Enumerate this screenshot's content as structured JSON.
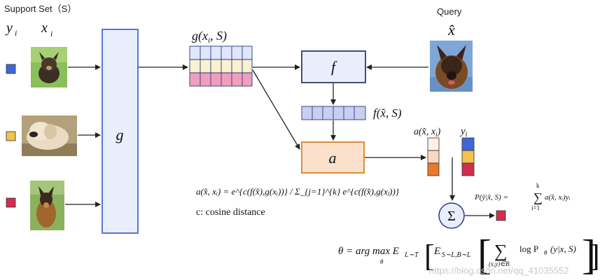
{
  "support_set": {
    "title": "Support Set（S）",
    "label_y": "y",
    "label_y_sub": "i",
    "label_x": "x",
    "label_x_sub": "i",
    "class_colors": [
      "#3f66d6",
      "#f2c14e",
      "#cf2f4f"
    ],
    "images": [
      "small-dog-photo",
      "labrador-photo",
      "german-shepherd-photo"
    ]
  },
  "encoder_g": {
    "label": "g"
  },
  "embedding_g": {
    "label": "g(x",
    "label_sub": "i",
    "label_rest": ", S)"
  },
  "query": {
    "title": "Query",
    "label": "x̂",
    "image": "german-shepherd-query-photo"
  },
  "encoder_f": {
    "label": "f"
  },
  "embedding_f": {
    "label": "f(x̂, S)"
  },
  "attention": {
    "label": "a"
  },
  "attention_vector": {
    "label": "a(x̂, x",
    "label_sub": "i",
    "label_rest": ")"
  },
  "labels_vector": {
    "label": "y",
    "label_sub": "i"
  },
  "sum_node": {
    "label": "Σ"
  },
  "formulas": {
    "attention": "a(x̂, xᵢ) = e^{c(f(x̂),g(xᵢ))} / Σ_{j=1}^{k} e^{c(f(x̂),g(xⱼ))}",
    "cosine": "c: cosine distance",
    "prediction_lhs": "P(ŷ|x̂, S) =",
    "prediction_rhs": "a(x̂, xᵢ)yᵢ",
    "sum_top": "k",
    "sum_bottom": "i=1",
    "objective": "θ = arg max E",
    "objective_sub": "L∼T",
    "objective_inner": "E",
    "objective_inner_sub": "S∼L,B∼L",
    "objective_log": "log P",
    "objective_log_sub": "θ",
    "objective_tail": "(y|x, S)",
    "argmax_sub": "θ",
    "sum_sub": "(x,y)∈B"
  },
  "watermark": "https://blog.csdn.net/qq_41035552"
}
